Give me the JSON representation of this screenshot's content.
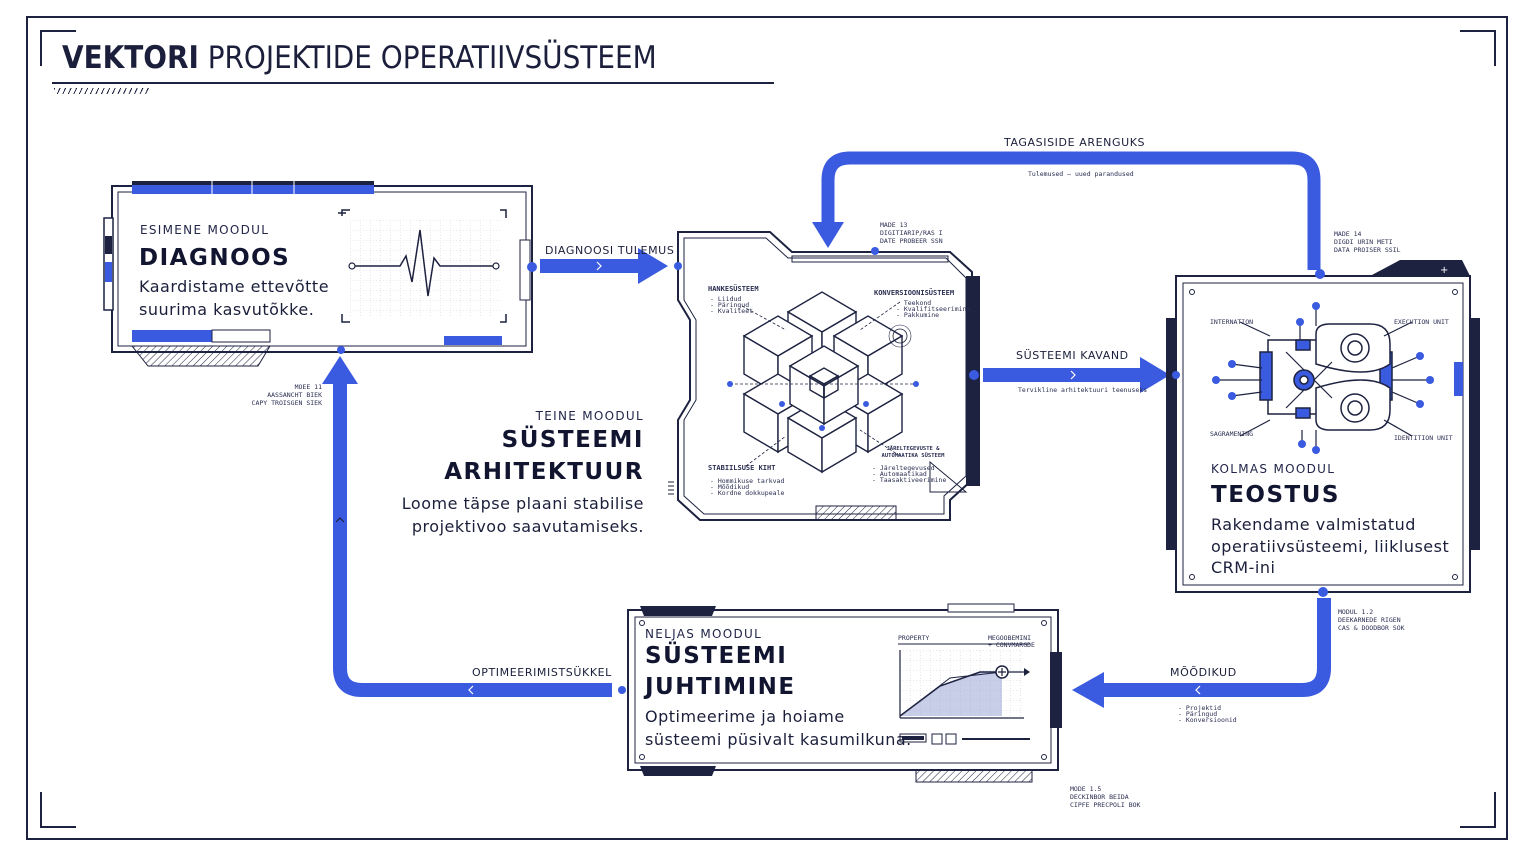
{
  "title": {
    "bold": "VEKTORI",
    "rest": "PROJEKTIDE OPERATIIVSÜSTEEM"
  },
  "colors": {
    "accent": "#3a5be0",
    "ink": "#1d2240",
    "paper": "#ffffff"
  },
  "modules": {
    "diagnoos": {
      "kicker": "ESIMENE MOODUL",
      "title": "DIAGNOOS",
      "desc1": "Kaardistame ettevõtte",
      "desc2": "suurima kasvutõkke."
    },
    "arhitektuur": {
      "kicker": "TEINE MOODUL",
      "title1": "SÜSTEEMI",
      "title2": "ARHITEKTUUR",
      "desc1": "Loome täpse plaani stabilise",
      "desc2": "projektivoo saavutamiseks."
    },
    "teostus": {
      "kicker": "KOLMAS MOODUL",
      "title": "TEOSTUS",
      "desc1": "Rakendame valmistatud",
      "desc2": "operatiivsüsteemi, liiklusest",
      "desc3": "CRM-ini"
    },
    "juhtimine": {
      "kicker": "NELJAS MOODUL",
      "title1": "SÜSTEEMI",
      "title2": "JUHTIMINE",
      "desc1": "Optimeerime ja hoiame",
      "desc2": "süsteemi püsivalt kasumilkuna."
    }
  },
  "flows": {
    "diagnoosi_tulemus": "DIAGNOOSI TULEMUS",
    "susteemi_kavand": "SÜSTEEMI KAVAND",
    "tagasiside": "TAGASISIDE ARENGUKS",
    "moodikud": "MÕÕDIKUD",
    "optimeerimistsukkel": "OPTIMEERIMISTSÜKKEL"
  },
  "flow_notes": {
    "tagasiside_sub": "Tulemused – uued parandused",
    "kavand_sub": "Tervikline arhitektuuri teenuseks",
    "moodikud_sub1": "- Projektid",
    "moodikud_sub2": "- Päringud",
    "moodikud_sub3": "- Konversioonid"
  },
  "cube_labels": {
    "hanke": "HANKESÜSTEEM",
    "hanke_items": [
      "- Liidud",
      "- Päringud",
      "- Kvaliteet"
    ],
    "konv": "KONVERSIOONISÜSTEEM",
    "konv_items": [
      "- Teekond",
      "- Kvalifitseerimine",
      "- Pakkumine"
    ],
    "stab": "STABIILSUSE KIHT",
    "stab_items": [
      "- Hommikuse tarkvad",
      "- Mõõdikud",
      "- Kordne dokkupeale"
    ],
    "jarel": "JÄRELTEGEVUSTE & AUTOMAATIKA SÜSTEEM",
    "jarel_items": [
      "- Järeltegevused",
      "- Automaatikad",
      "- Taasaktiveerimine"
    ]
  },
  "gear_labels": {
    "tl": "INTERNATION",
    "tr": "EXECUTION UNIT",
    "bl": "SAGRAMENING",
    "br": "IDENTITION UNIT"
  },
  "mini_chart": {
    "left": "PROPERTY",
    "right1": "MEGOOBEMINI",
    "right2": "+ CONVMARGDE"
  },
  "small_notes": {
    "made13": [
      "MADE 13",
      "DIGITIARIP/RAS I",
      "DATE PROBEER SSN"
    ],
    "made14": [
      "MADE 14",
      "DIGDI URIN METI",
      "DATA PROISER SSIL"
    ],
    "mode11": [
      "MOEE 11",
      "AASSANCHT BIEK",
      "CAPY TROISGEN SIEK"
    ],
    "modul12": [
      "MODUL 1.2",
      "DEEKARNEDE RIGEN",
      "CAS & DOODBOR SOK"
    ],
    "mode15": [
      "MODE 1.5",
      "DECKINBOR BEIDA",
      "CIPFE PRECPOLI BOK"
    ]
  }
}
